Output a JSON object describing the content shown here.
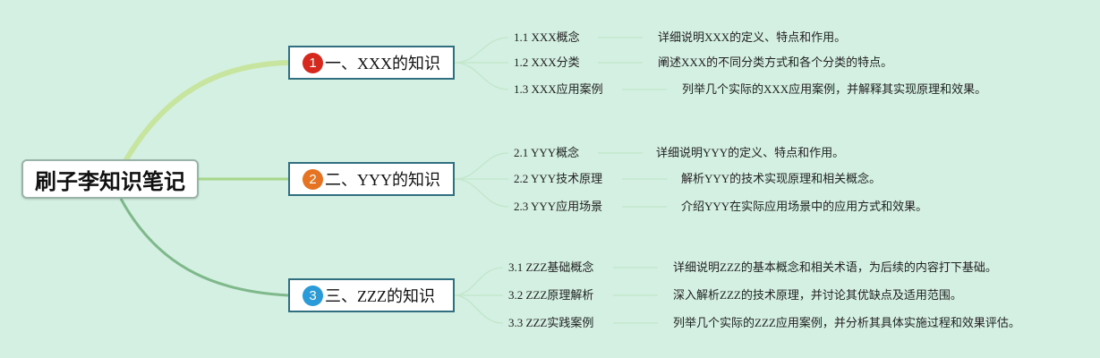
{
  "root": {
    "label": "刷子李知识笔记"
  },
  "branches": [
    {
      "badge": "1",
      "badge_color": "#d7281e",
      "label": "一、XXX的知识",
      "items": [
        {
          "label": "1.1 XXX概念",
          "desc": "详细说明XXX的定义、特点和作用。"
        },
        {
          "label": "1.2 XXX分类",
          "desc": "阐述XXX的不同分类方式和各个分类的特点。"
        },
        {
          "label": "1.3 XXX应用案例",
          "desc": "列举几个实际的XXX应用案例，并解释其实现原理和效果。"
        }
      ]
    },
    {
      "badge": "2",
      "badge_color": "#e67322",
      "label": "二、YYY的知识",
      "items": [
        {
          "label": "2.1 YYY概念",
          "desc": "详细说明YYY的定义、特点和作用。"
        },
        {
          "label": "2.2 YYY技术原理",
          "desc": "解析YYY的技术实现原理和相关概念。"
        },
        {
          "label": "2.3 YYY应用场景",
          "desc": "介绍YYY在实际应用场景中的应用方式和效果。"
        }
      ]
    },
    {
      "badge": "3",
      "badge_color": "#2a9bd8",
      "label": "三、ZZZ的知识",
      "items": [
        {
          "label": "3.1 ZZZ基础概念",
          "desc": "详细说明ZZZ的基本概念和相关术语，为后续的内容打下基础。"
        },
        {
          "label": "3.2 ZZZ原理解析",
          "desc": "深入解析ZZZ的技术原理，并讨论其优缺点及适用范围。"
        },
        {
          "label": "3.3 ZZZ实践案例",
          "desc": "列举几个实际的ZZZ应用案例，并分析其具体实施过程和效果评估。"
        }
      ]
    }
  ],
  "colors": {
    "background": "#d3f0e2",
    "branch_border": "#2f6f7f",
    "connector_1": "#c8e5a0",
    "connector_2": "#a8d68a",
    "connector_3": "#7fb88a",
    "leaf_connector": "#c2e6c9"
  }
}
